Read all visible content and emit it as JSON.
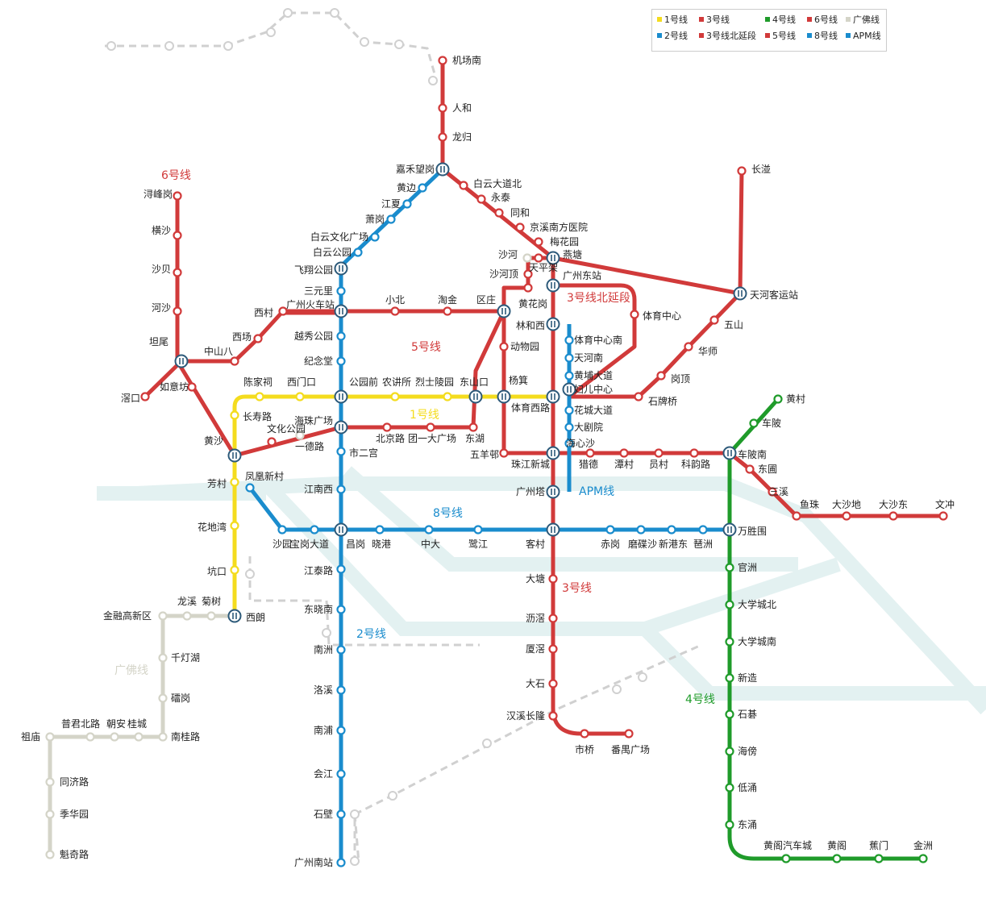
{
  "colors": {
    "line1": "#f4dc1e",
    "line2": "#1a8ccd",
    "line3": "#d13a3a",
    "line3n": "#d13a3a",
    "line4": "#1f9b2a",
    "line5": "#d13a3a",
    "line6": "#d13a3a",
    "line8": "#1a8ccd",
    "gf": "#d4d4c8",
    "apm": "#1a8ccd",
    "river": "#e3f1f1",
    "future": "#d0d0d0"
  },
  "legend": [
    {
      "key": "line1",
      "label": "1号线"
    },
    {
      "key": "line3",
      "label": "3号线"
    },
    {
      "key": "line4",
      "label": "4号线"
    },
    {
      "key": "line6",
      "label": "6号线"
    },
    {
      "key": "gf",
      "label": "广佛线"
    },
    {
      "key": "line2",
      "label": "2号线"
    },
    {
      "key": "line3n",
      "label": "3号线北延段"
    },
    {
      "key": "line5",
      "label": "5号线"
    },
    {
      "key": "line8",
      "label": "8号线"
    },
    {
      "key": "apm",
      "label": "APM线"
    }
  ],
  "line_labels": [
    {
      "text": "6号线",
      "color": "line6"
    },
    {
      "text": "5号线",
      "color": "line5"
    },
    {
      "text": "1号线",
      "color": "line1"
    },
    {
      "text": "3号线北延段",
      "color": "line3"
    },
    {
      "text": "8号线",
      "color": "line8"
    },
    {
      "text": "3号线",
      "color": "line3"
    },
    {
      "text": "2号线",
      "color": "line2"
    },
    {
      "text": "4号线",
      "color": "line4"
    },
    {
      "text": "广佛线",
      "color": "gf"
    },
    {
      "text": "APM线",
      "color": "apm"
    }
  ],
  "stations": [
    "机场南",
    "人和",
    "龙归",
    "嘉禾望岗",
    "白云大道北",
    "永泰",
    "同和",
    "京溪南方医院",
    "梅花园",
    "燕塘",
    "天河客运站",
    "长湴",
    "五山",
    "华师",
    "岗顶",
    "石牌桥",
    "黄边",
    "江夏",
    "萧岗",
    "白云文化广场",
    "白云公园",
    "飞翔公园",
    "三元里",
    "广州火车站",
    "越秀公园",
    "纪念堂",
    "公园前",
    "海珠广场",
    "市二宫",
    "江南西",
    "昌岗",
    "江泰路",
    "东晓南",
    "南洲",
    "洛溪",
    "南浦",
    "会江",
    "石壁",
    "广州南站",
    "浔峰岗",
    "横沙",
    "沙贝",
    "河沙",
    "坦尾",
    "如意坊",
    "黄沙",
    "文化公园",
    "一德路",
    "北京路",
    "团一大广场",
    "东湖",
    "东山口",
    "区庄",
    "黄花岗",
    "沙河顶",
    "天平架",
    "沙河",
    "长寿路",
    "陈家祠",
    "西门口",
    "农讲所",
    "烈士陵园",
    "杨箕",
    "体育西路",
    "体育中心",
    "林和西",
    "广州东站",
    "滘口",
    "中山八",
    "西场",
    "西村",
    "小北",
    "淘金",
    "动物园",
    "五羊邨",
    "珠江新城",
    "猎德",
    "潭村",
    "员村",
    "科韵路",
    "车陂南",
    "东圃",
    "三溪",
    "鱼珠",
    "大沙地",
    "大沙东",
    "文冲",
    "芳村",
    "花地湾",
    "坑口",
    "西朗",
    "凤凰新村",
    "沙园",
    "宝岗大道",
    "晓港",
    "中大",
    "鹭江",
    "客村",
    "赤岗",
    "磨碟沙",
    "新港东",
    "琶洲",
    "万胜围",
    "大塘",
    "沥滘",
    "厦滘",
    "大石",
    "汉溪长隆",
    "市桥",
    "番禺广场",
    "黄村",
    "车陂",
    "官洲",
    "大学城北",
    "大学城南",
    "新造",
    "石碁",
    "海傍",
    "低涌",
    "东涌",
    "黄阁汽车城",
    "黄阁",
    "蕉门",
    "金洲",
    "体育中心南",
    "天河南",
    "黄埔大道",
    "妇儿中心",
    "花城大道",
    "大剧院",
    "海心沙",
    "广州塔",
    "龙溪",
    "菊树",
    "金融高新区",
    "千灯湖",
    "礌岗",
    "南桂路",
    "桂城",
    "朝安",
    "普君北路",
    "祖庙",
    "同济路",
    "季华园",
    "魁奇路"
  ]
}
